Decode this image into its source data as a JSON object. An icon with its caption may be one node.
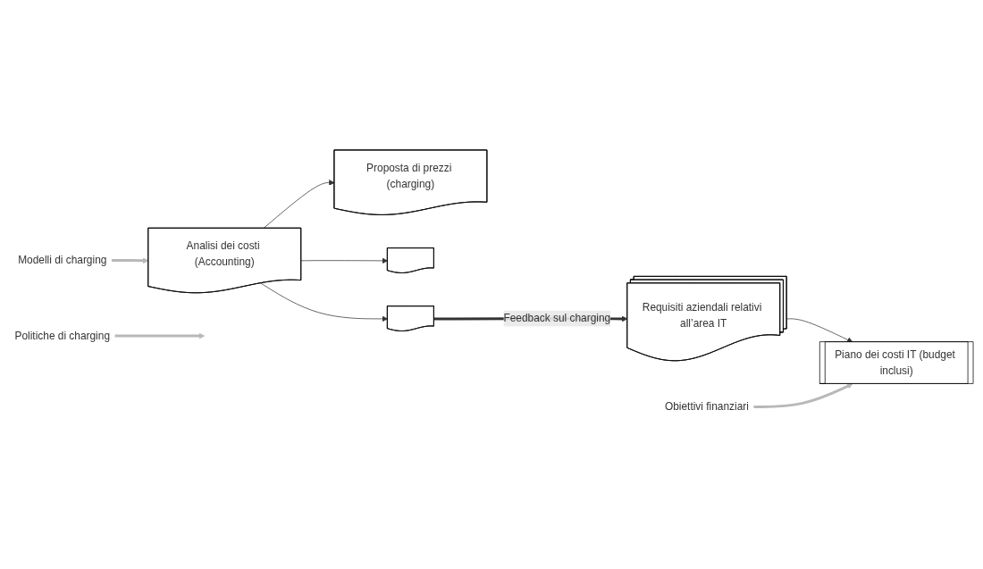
{
  "diagram": {
    "nodes": [
      {
        "text": [
          "Requisiti aziendali relativi all’area IT"
        ]
      },
      {
        "text": [
          "Piano dei costi IT (budget inclusi)"
        ]
      },
      {
        "text": [
          "Analisi dei costi (Accounting)"
        ]
      },
      {
        "text": [
          "Proposta di prezzi (charging)"
        ]
      },
      {
        "text": [],
        "shape": "box"
      },
      {
        "text": [],
        "shape": "box"
      },
      {
        "text": [
          "Obiettivi finanziari"
        ]
      },
      {
        "text": [
          "Modelli di charging"
        ]
      },
      {
        "text": [
          "Politiche di charging"
        ]
      }
    ],
    "edges": [
      {
        "from": 0,
        "to": 1,
        "arrow": "to"
      },
      {
        "from": 2,
        "to": 3,
        "arrow": "to"
      },
      {
        "from": 2,
        "to": 4,
        "arrow": "to"
      },
      {
        "from": 2,
        "to": 5,
        "arrow": "to"
      },
      {
        "from": 6,
        "to": 1,
        "arrow": "to",
        "style": "thick",
        "color": "#b8b8b8"
      },
      {
        "from": 7,
        "to": 2,
        "arrow": "to",
        "style": "thick",
        "color": "#b8b8b8"
      },
      {
        "from": 8,
        "to": null,
        "arrow": "to",
        "style": "thick",
        "color": "#b8b8b8"
      },
      {
        "from": 5,
        "to": 0,
        "arrow": "to",
        "label": "Feedback sul charging",
        "style": "thick"
      }
    ]
  }
}
